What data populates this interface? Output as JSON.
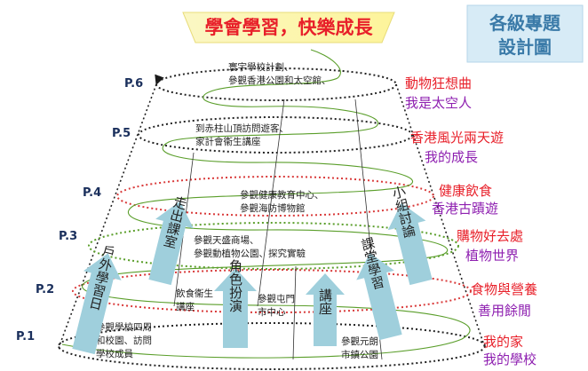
{
  "title_banner": {
    "text": "學會學習，快樂成長"
  },
  "side_title": {
    "line1": "各級專題",
    "line2": "設計圖"
  },
  "colors": {
    "title_red": "#e8202a",
    "topic_red": "#e8202a",
    "topic_purple": "#8e1fb0",
    "grade_navy": "#1a2f5c",
    "arrow_fill": "#9fcfdc",
    "ring_dark": "#222222",
    "ring_red": "#d93a3a",
    "ring_green": "#5a9e2a",
    "side_title_bg": "#d7ebf6",
    "side_title_text": "#3a7aa8"
  },
  "levels": [
    {
      "grade": "P.6",
      "activity": [
        "寰宇學校計劃、",
        "參觀香港公園和太空館、"
      ],
      "topics": [
        {
          "text": "動物狂想曲",
          "color": "red"
        },
        {
          "text": "我是太空人",
          "color": "purple"
        }
      ]
    },
    {
      "grade": "P.5",
      "activity": [
        "到赤柱山頂訪問遊客、",
        "家計會衞生講座"
      ],
      "topics": [
        {
          "text": "香港風光兩天遊",
          "color": "red"
        },
        {
          "text": "我的成長",
          "color": "purple"
        }
      ]
    },
    {
      "grade": "P.4",
      "activity": [
        "參觀健康教育中心、",
        "參觀海防博物館"
      ],
      "topics": [
        {
          "text": "健康飲食",
          "color": "red"
        },
        {
          "text": "香港古蹟遊",
          "color": "purple"
        }
      ]
    },
    {
      "grade": "P.3",
      "activity": [
        "參觀天盛商場、",
        "參觀動植物公園、探究實驗"
      ],
      "topics": [
        {
          "text": "購物好去處",
          "color": "red"
        },
        {
          "text": "植物世界",
          "color": "purple"
        }
      ]
    },
    {
      "grade": "P.2",
      "activity_a": [
        "飲食衞生",
        "講座"
      ],
      "activity_b": [
        "參觀屯門",
        "市中心"
      ],
      "topics": [
        {
          "text": "食物與營養",
          "color": "red"
        },
        {
          "text": "善用餘閒",
          "color": "purple"
        }
      ]
    },
    {
      "grade": "P.1",
      "activity_a": [
        "參觀學校四周",
        "和校園、訪問",
        "學校成員"
      ],
      "activity_b": [
        "參觀元朗",
        "市鎮公園"
      ],
      "topics": [
        {
          "text": "我的家",
          "color": "red"
        },
        {
          "text": "我的學校",
          "color": "purple"
        }
      ]
    }
  ],
  "methods": [
    {
      "label": "戶外學習日"
    },
    {
      "label": "走出課室"
    },
    {
      "label": "角色扮演"
    },
    {
      "label": "講座"
    },
    {
      "label": "課堂學習"
    },
    {
      "label": "小組討論"
    }
  ]
}
